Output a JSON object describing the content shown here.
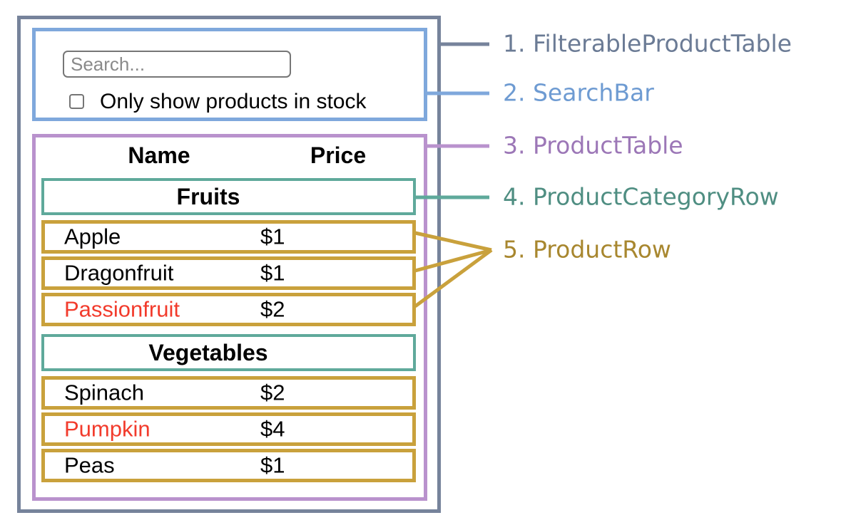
{
  "annotations": {
    "items": [
      {
        "label": "1. FilterableProductTable"
      },
      {
        "label": "2. SearchBar"
      },
      {
        "label": "3. ProductTable"
      },
      {
        "label": "4. ProductCategoryRow"
      },
      {
        "label": "5. ProductRow"
      }
    ]
  },
  "search_bar": {
    "placeholder": "Search...",
    "checkbox_label": "Only show products in stock",
    "checkbox_checked": false
  },
  "product_table": {
    "columns": [
      "Name",
      "Price"
    ],
    "sections": [
      {
        "category": "Fruits",
        "rows": [
          {
            "name": "Apple",
            "price": "$1",
            "in_stock": true
          },
          {
            "name": "Dragonfruit",
            "price": "$1",
            "in_stock": true
          },
          {
            "name": "Passionfruit",
            "price": "$2",
            "in_stock": false
          }
        ]
      },
      {
        "category": "Vegetables",
        "rows": [
          {
            "name": "Spinach",
            "price": "$2",
            "in_stock": true
          },
          {
            "name": "Pumpkin",
            "price": "$4",
            "in_stock": false
          },
          {
            "name": "Peas",
            "price": "$1",
            "in_stock": true
          }
        ]
      }
    ]
  },
  "colors": {
    "filterable_product_table": "#76839B",
    "search_bar": "#7FA8DC",
    "product_table": "#B992CD",
    "product_category_row": "#5FA99B",
    "product_row": "#C9A13C",
    "label_filterable_product_table": "#6B7B95",
    "label_search_bar": "#6E9BD2",
    "label_product_table": "#9C77B7",
    "label_product_category_row": "#4F8E82",
    "label_product_row": "#A8872F",
    "out_of_stock_text": "#F23B2C"
  }
}
